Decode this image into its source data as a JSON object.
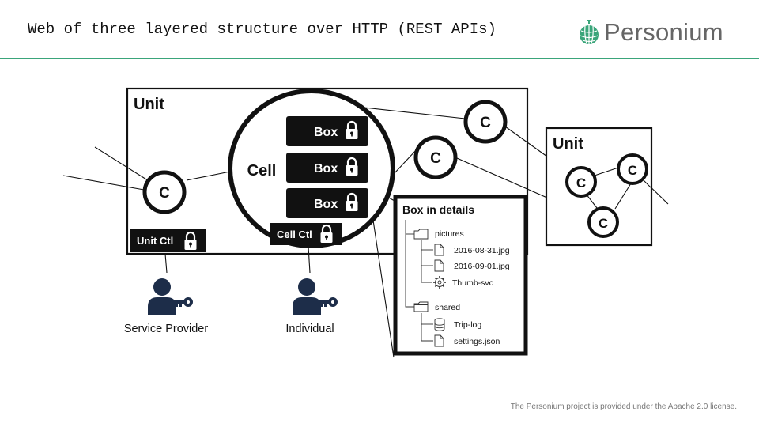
{
  "header": {
    "title": "Web of three layered structure over HTTP (REST APIs)",
    "logo_text": "Personium"
  },
  "diagram": {
    "unit_main_label": "Unit",
    "cell_label": "Cell",
    "box_label": "Box",
    "unit_ctl_label": "Unit Ctl",
    "cell_ctl_label": "Cell Ctl",
    "c_label": "C",
    "unit_small_label": "Unit",
    "details": {
      "title": "Box in details",
      "folder_pictures": "pictures",
      "file_1": "2016-08-31.jpg",
      "file_2": "2016-09-01.jpg",
      "service_1": "Thumb-svc",
      "folder_shared": "shared",
      "db_1": "Trip-log",
      "file_3": "settings.json"
    },
    "actors": {
      "service_provider": "Service Provider",
      "individual": "Individual"
    }
  },
  "footer": {
    "license": "The Personium project is provided under the Apache 2.0 license."
  },
  "colors": {
    "accent_green": "#3aa57a",
    "person_navy": "#1d2d49",
    "dark_box": "#111111"
  }
}
